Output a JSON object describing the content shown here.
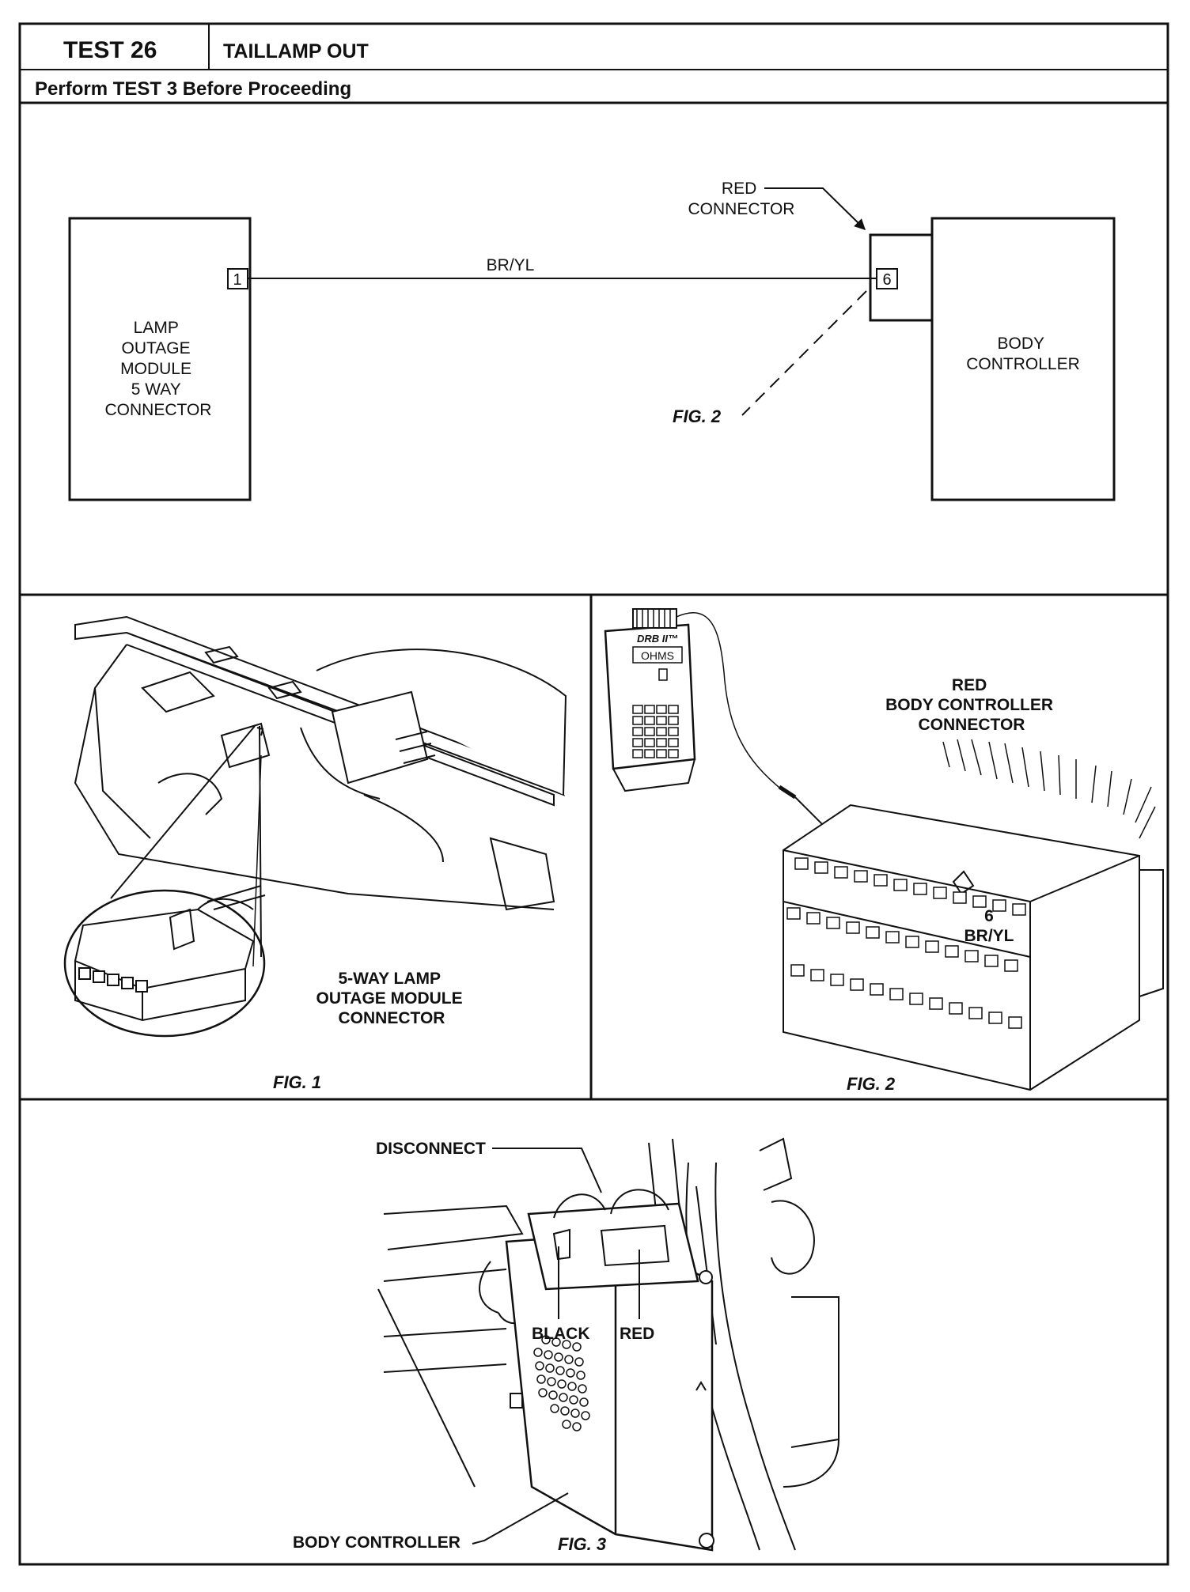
{
  "header": {
    "test_number": "TEST 26",
    "test_title": "TAILLAMP OUT",
    "prerequisite": "Perform TEST 3 Before Proceeding"
  },
  "schematic": {
    "lamp_module_label": [
      "LAMP",
      "OUTAGE",
      "MODULE",
      "5 WAY",
      "CONNECTOR"
    ],
    "lamp_module_pin": "1",
    "wire_label": "BR/YL",
    "body_controller_pin": "6",
    "body_controller_label": [
      "BODY",
      "CONTROLLER"
    ],
    "red_connector_label": [
      "RED",
      "CONNECTOR"
    ],
    "fig_ref": "FIG. 2"
  },
  "fig1": {
    "callout": [
      "5-WAY LAMP",
      "OUTAGE MODULE",
      "CONNECTOR"
    ],
    "caption": "FIG. 1"
  },
  "fig2": {
    "meter_brand": "DRB II™",
    "meter_mode": "OHMS",
    "callout": [
      "RED",
      "BODY CONTROLLER",
      "CONNECTOR"
    ],
    "pin_label": "6",
    "wire_label": "BR/YL",
    "caption": "FIG. 2"
  },
  "fig3": {
    "disconnect_label": "DISCONNECT",
    "black_label": "BLACK",
    "red_label": "RED",
    "body_controller_label": "BODY CONTROLLER",
    "caption": "FIG. 3"
  }
}
